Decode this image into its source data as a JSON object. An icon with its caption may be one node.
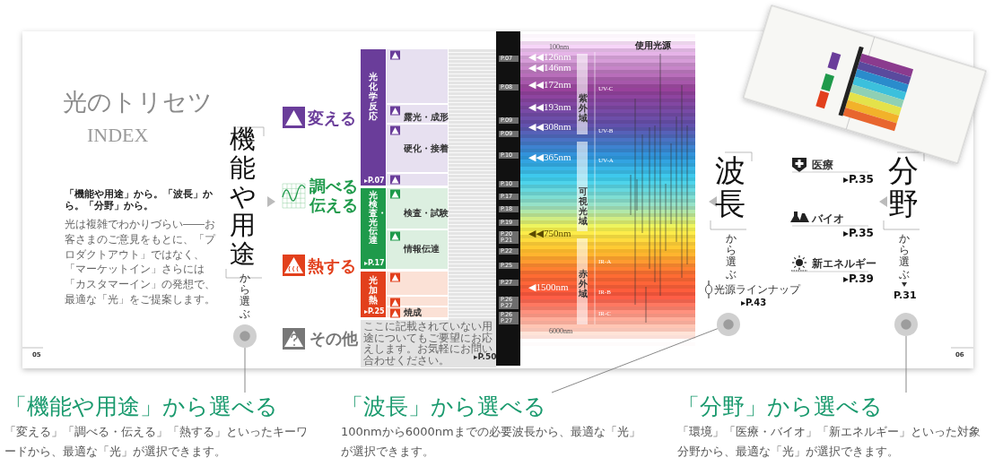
{
  "diagram": {
    "title": "光のトリセツ",
    "nodes": [
      {
        "text": [],
        "shape": "circle"
      },
      {
        "text": [],
        "shape": "circle"
      },
      {
        "text": [],
        "shape": "circle"
      },
      {
        "text": [
          "「機能や用途」から選べる",
          "「変える」「調べる・伝える」「熱する」といったキーワードから、最適な「光」が選択できます。"
        ]
      },
      {
        "text": [
          "「波長」から選べる",
          "100nmから6000nmまでの必要波長から、最適な「光」が選択できます。"
        ]
      },
      {
        "text": [
          "「分野」から選べる",
          "「環境」「医療・バイオ」「新エネルギー」といった対象分野から、最適な「光」が選択できます。"
        ]
      }
    ],
    "edges": [
      {
        "from": 3,
        "to": 0,
        "arrow": "none"
      },
      {
        "from": 4,
        "to": 1,
        "arrow": "none"
      },
      {
        "from": 5,
        "to": 2,
        "arrow": "none"
      }
    ],
    "labels": [
      "INDEX",
      "「機能や用途」から。「波長」から。「分野」から。",
      "光は複雑でわかりづらい――お客さまのご意見をもとに、「プロダクトアウト」ではなく、「マーケットイン」さらには「カスタマーイン」の発想で、最適な「光」をご提案します。",
      "機能や用途",
      "から選ぶ",
      "05",
      "変える",
      "調べる伝える",
      "熱する",
      "その他",
      "光化学反応",
      "▸P.07",
      "光検査・光伝達",
      "▸P.17",
      "光加熱",
      "▸P.25",
      "露光・成形",
      "硬化・接着",
      "検査・試験",
      "情報伝達",
      "焼成",
      "ここに記載されていない用途についてもご要望にお応えします。お気軽にお問い合わせください。",
      "▸P.50",
      "P.07",
      "P.08",
      "P.09",
      "P.09",
      "P.10",
      "P.10",
      "P.17",
      "P.18",
      "P.19",
      "P.20",
      "P.21",
      "P.22",
      "P.25",
      "P.27",
      "P.26",
      "P.27",
      "P.26",
      "P.27",
      "100nm",
      "◀◀126nm",
      "◀◀146nm",
      "◀◀172nm",
      "◀◀193nm",
      "◀◀308nm",
      "◀◀365nm",
      "◀◀750nm",
      "◀1500nm",
      "6000nm",
      "紫外域",
      "可視光域",
      "赤外域",
      "UV-C",
      "UV-B",
      "UV-A",
      "IR-A",
      "IR-B",
      "IR-C",
      "使用光源",
      "波長",
      "から選ぶ",
      "光源ラインナップ",
      "▸P.43",
      "医療",
      "▸P.35",
      "バイオ",
      "▸P.35",
      "新エネルギー",
      "▸P.39",
      "分野",
      "から選ぶ",
      "P.31",
      "06"
    ]
  }
}
